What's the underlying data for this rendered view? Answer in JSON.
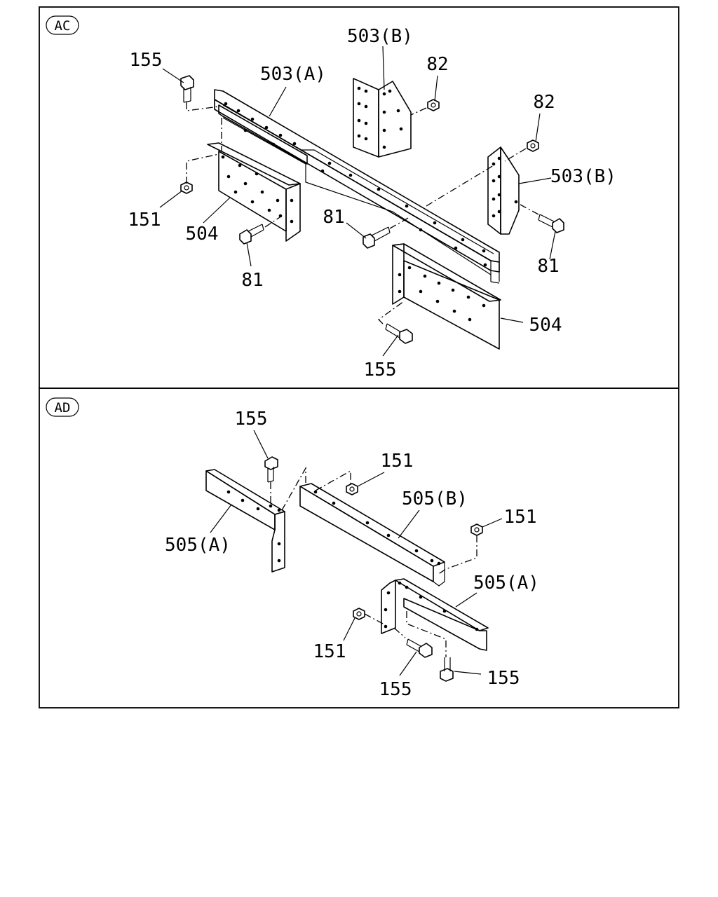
{
  "panels": [
    {
      "tag": "AC"
    },
    {
      "tag": "AD"
    }
  ],
  "callouts": {
    "ac": {
      "l155_top": "155",
      "l503a": "503(A)",
      "l503b_top": "503(B)",
      "l82_top": "82",
      "l82_right": "82",
      "l503b_right": "503(B)",
      "l151": "151",
      "l504_left": "504",
      "l81_left": "81",
      "l81_mid": "81",
      "l81_right": "81",
      "l504_right": "504",
      "l155_bottom": "155"
    },
    "ad": {
      "l155_top": "155",
      "l151_top": "151",
      "l505b": "505(B)",
      "l151_right": "151",
      "l505a_left": "505(A)",
      "l505a_right": "505(A)",
      "l151_bottom": "151",
      "l155_bottom_mid": "155",
      "l155_bottom_right": "155"
    }
  }
}
